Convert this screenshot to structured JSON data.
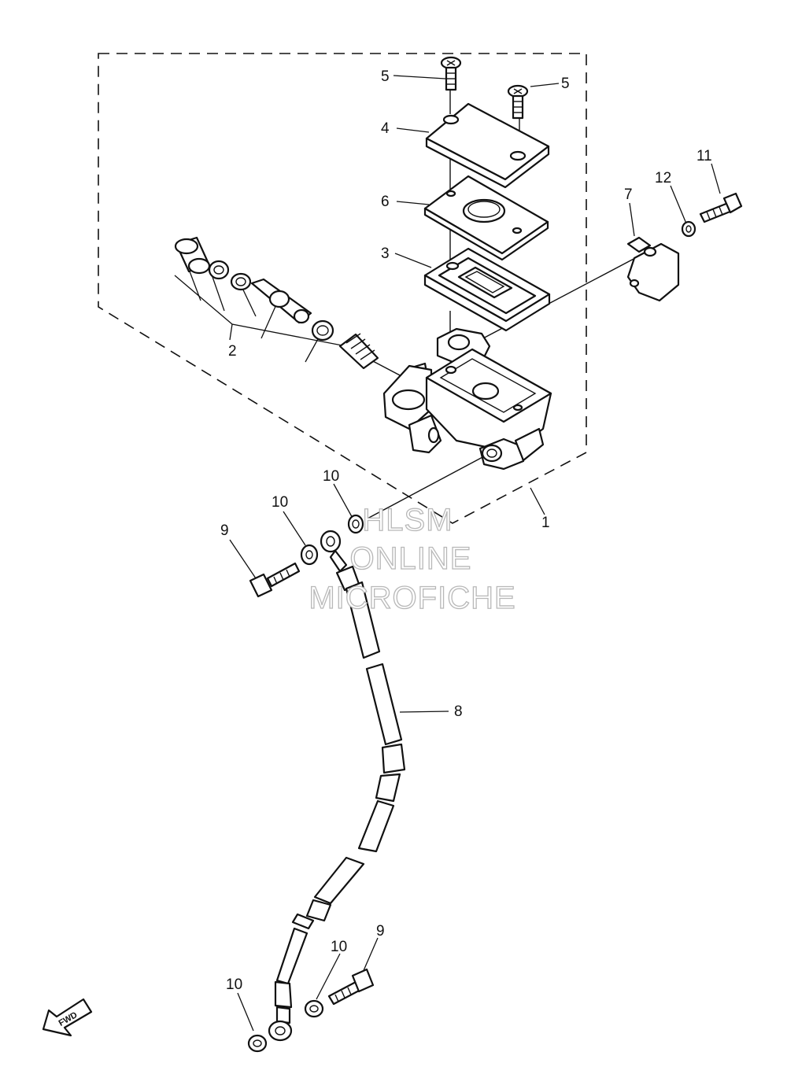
{
  "callouts": {
    "c1": "1",
    "c2": "2",
    "c3": "3",
    "c4": "4",
    "c5a": "5",
    "c5b": "5",
    "c6": "6",
    "c7": "7",
    "c8": "8",
    "c9a": "9",
    "c9b": "9",
    "c10a": "10",
    "c10b": "10",
    "c10c": "10",
    "c10d": "10",
    "c11": "11",
    "c12": "12"
  },
  "watermark": {
    "line1": "HLSM",
    "line2": "ONLINE",
    "line3": "MICROFICHE"
  },
  "fwd_label": "FWD",
  "colors": {
    "ink": "#111111",
    "paper": "#ffffff",
    "watermark_outline": "#b8b8b8"
  }
}
